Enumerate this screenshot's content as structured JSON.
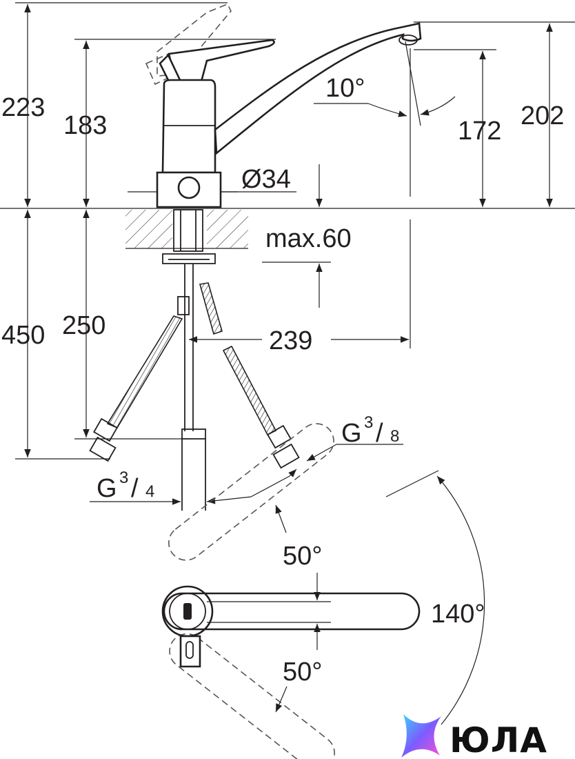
{
  "dimensions": {
    "overall_height": "223",
    "body_height": "183",
    "spout_outlet_height": "172",
    "spout_top_height": "202",
    "spout_tilt": "10°",
    "mount_diameter": "Ø34",
    "max_deck_thickness": "max.60",
    "hose_length": "450",
    "connection_length": "250",
    "spout_reach": "239",
    "handle_swing_up": "50°",
    "handle_swing_down": "50°",
    "handle_swing_total": "140°"
  },
  "threads": {
    "inlet": {
      "prefix": "G",
      "numerator": "3",
      "denominator": "4"
    },
    "outlet": {
      "prefix": "G",
      "numerator": "3",
      "denominator": "8"
    }
  },
  "watermark": {
    "text": "ЮЛА"
  },
  "colors": {
    "line": "#231f20",
    "logo_gradient": [
      "#3ad4ff",
      "#7b5cff",
      "#ff4fd8"
    ]
  }
}
